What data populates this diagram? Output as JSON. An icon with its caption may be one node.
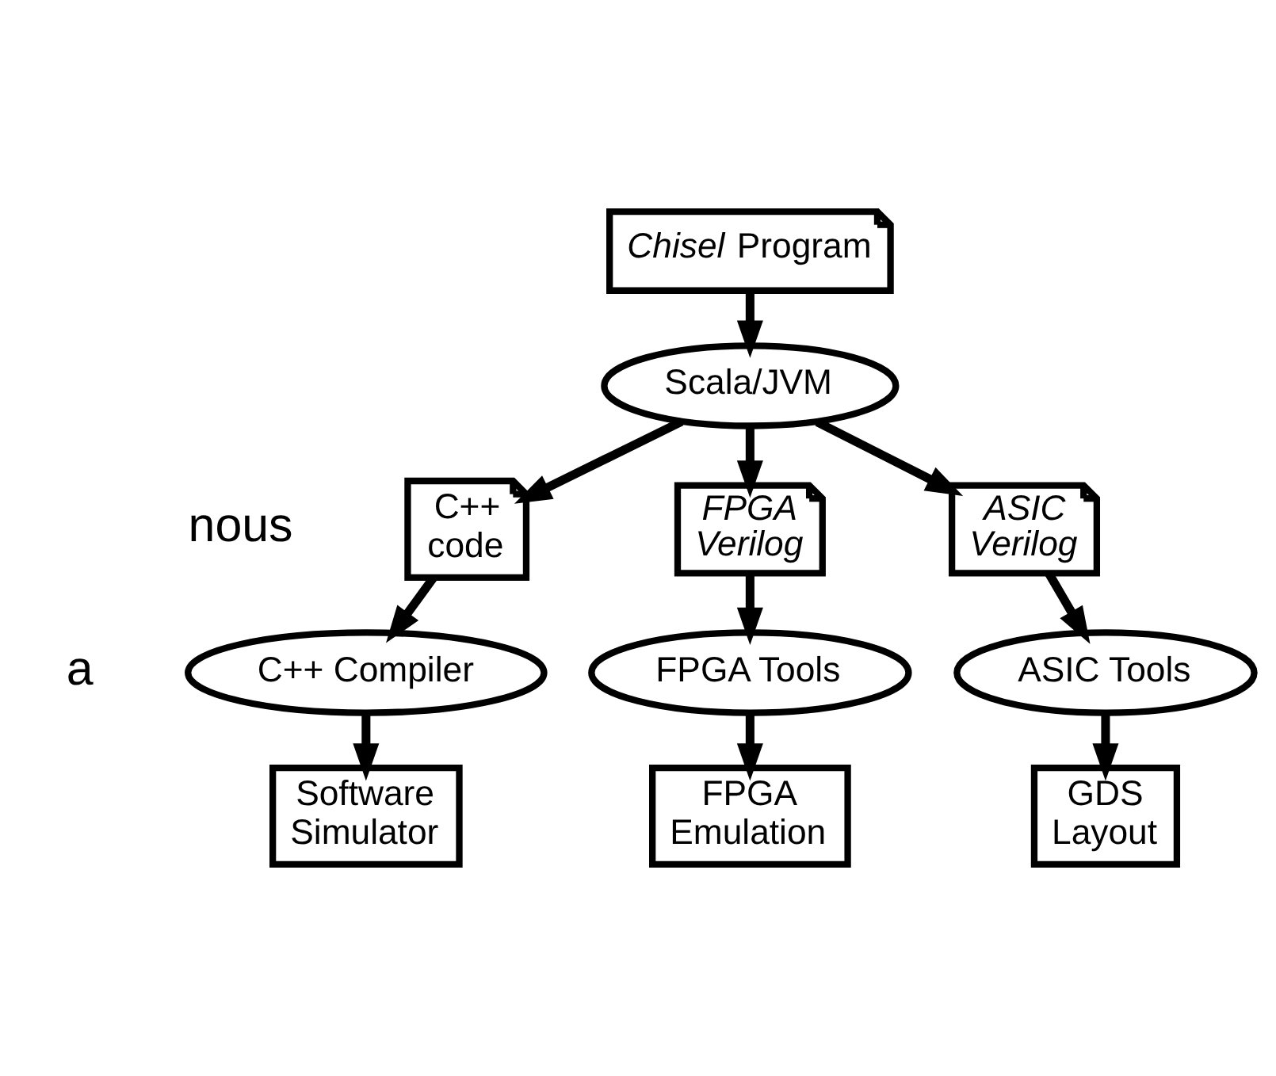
{
  "diagram": {
    "nodes": [
      {
        "text": [
          "*Chisel* Program"
        ]
      },
      {
        "text": [
          "Scala/JVM"
        ]
      },
      {
        "text": [
          "C++ code"
        ]
      },
      {
        "text": [
          "FPGA Verilog"
        ]
      },
      {
        "text": [
          "ASIC Verilog"
        ]
      },
      {
        "text": [
          "C++ Compiler"
        ]
      },
      {
        "text": [
          "FPGA Tools"
        ]
      },
      {
        "text": [
          "ASIC Tools"
        ]
      },
      {
        "text": [
          "Software Simulator"
        ]
      },
      {
        "text": [
          "FPGA Emulation"
        ]
      },
      {
        "text": [
          "GDS Layout"
        ]
      }
    ],
    "edges": [
      {
        "from": 0,
        "to": 1,
        "arrow": "to"
      },
      {
        "from": 1,
        "to": 2,
        "arrow": "to"
      },
      {
        "from": 1,
        "to": 3,
        "arrow": "to"
      },
      {
        "from": 1,
        "to": 4,
        "arrow": "to"
      },
      {
        "from": 2,
        "to": 5,
        "arrow": "to"
      },
      {
        "from": 3,
        "to": 6,
        "arrow": "to"
      },
      {
        "from": 4,
        "to": 7,
        "arrow": "to"
      },
      {
        "from": 5,
        "to": 8,
        "arrow": "to"
      },
      {
        "from": 6,
        "to": 9,
        "arrow": "to"
      },
      {
        "from": 7,
        "to": 10,
        "arrow": "to"
      }
    ],
    "labels": [
      "nous",
      "a"
    ]
  }
}
